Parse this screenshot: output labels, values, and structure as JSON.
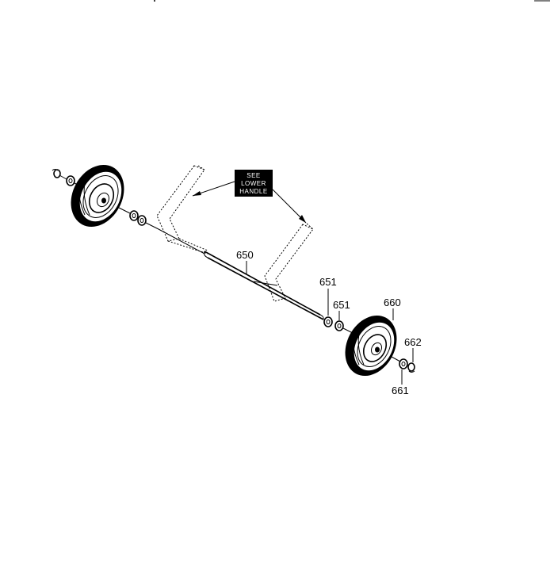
{
  "note": {
    "lines": [
      "SEE",
      "LOWER",
      "HANDLE"
    ]
  },
  "labels": {
    "axle": "650",
    "washer_upper": "651",
    "washer_lower": "651",
    "wheel": "660",
    "hub_cap": "662",
    "washer_outer": "661"
  }
}
